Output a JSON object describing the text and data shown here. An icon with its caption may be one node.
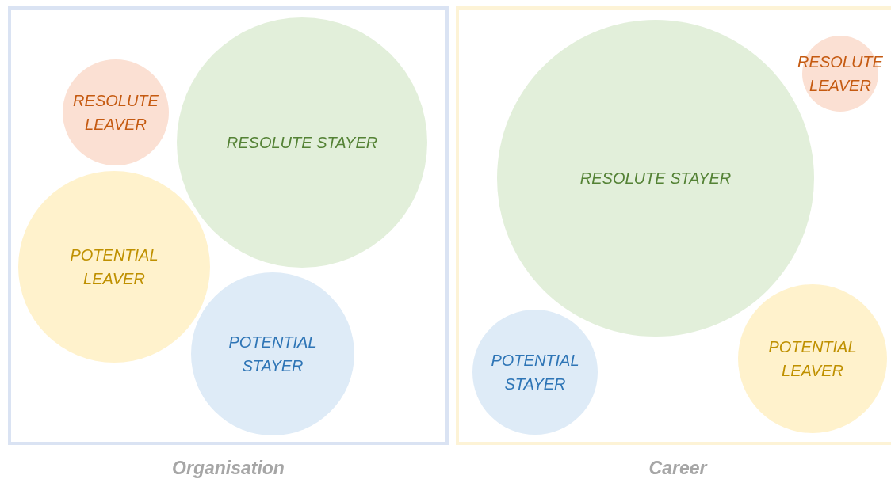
{
  "diagram": {
    "nodes": [
      {
        "text": [
          "Organisation"
        ]
      },
      {
        "text": [
          "RESOLUTE LEAVER"
        ],
        "in": 0
      },
      {
        "text": [
          "RESOLUTE STAYER"
        ],
        "in": 0
      },
      {
        "text": [
          "POTENTIAL LEAVER"
        ],
        "in": 0
      },
      {
        "text": [
          "POTENTIAL STAYER"
        ],
        "in": 0
      },
      {
        "text": [
          "Career"
        ]
      },
      {
        "text": [
          "RESOLUTE STAYER"
        ],
        "in": 5
      },
      {
        "text": [
          "RESOLUTE LEAVER"
        ],
        "in": 5
      },
      {
        "text": [
          "POTENTIAL STAYER"
        ],
        "in": 5
      },
      {
        "text": [
          "POTENTIAL LEAVER"
        ],
        "in": 5
      }
    ],
    "edges": []
  }
}
